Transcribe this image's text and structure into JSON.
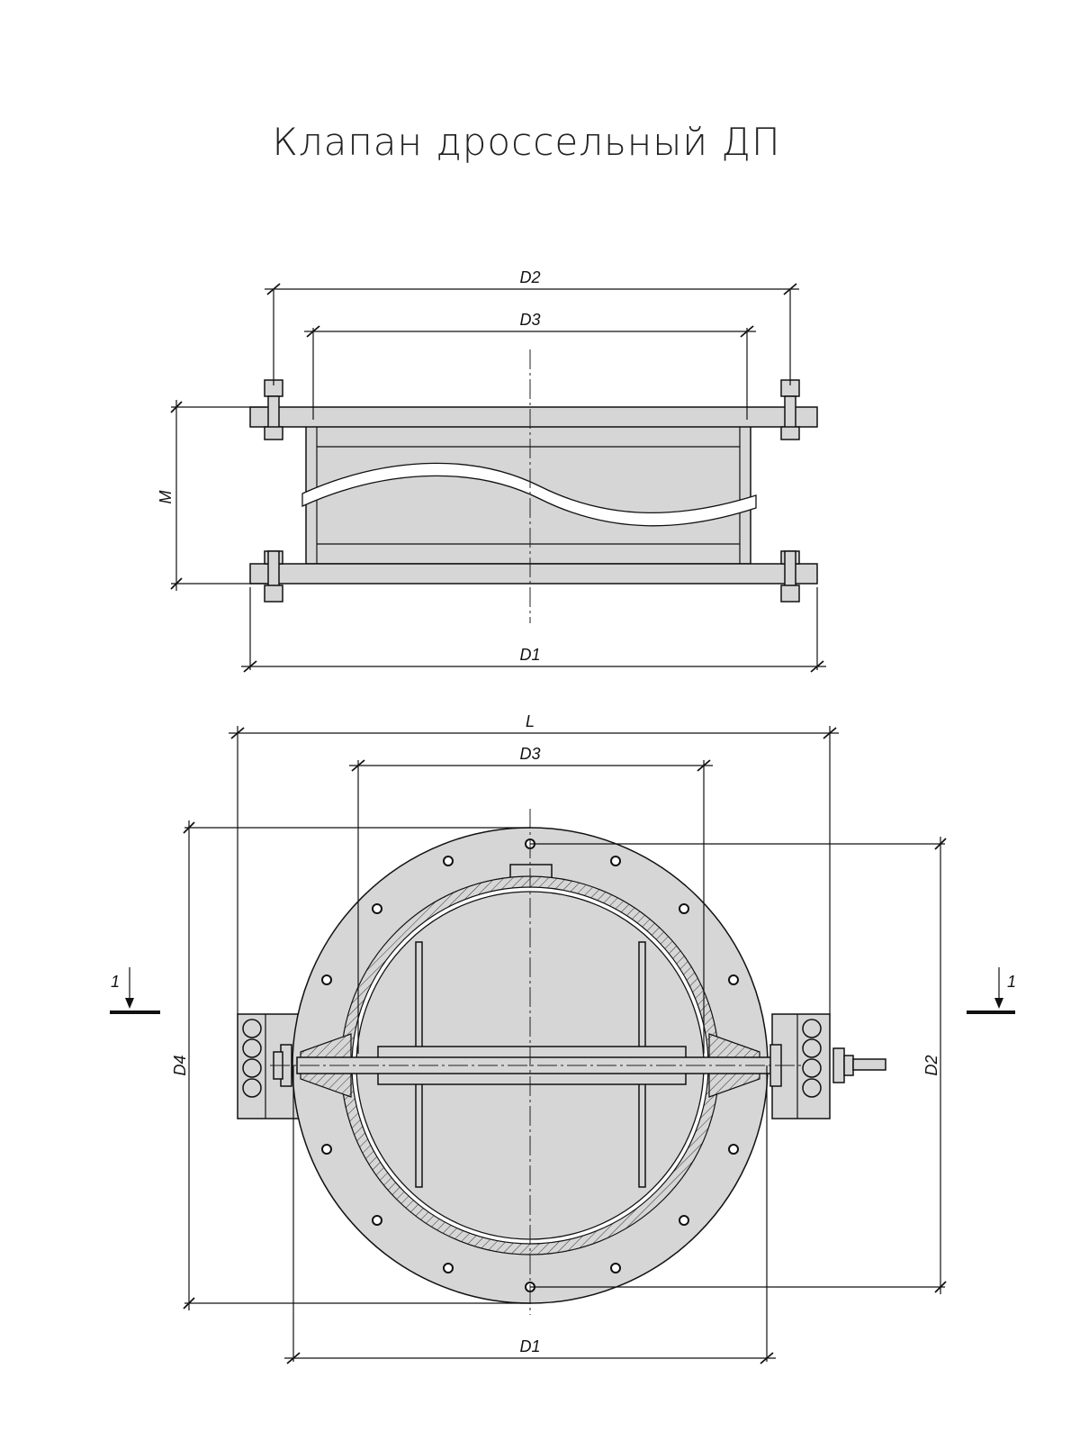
{
  "title": "Клапан дроссельный ДП",
  "labels": {
    "top_d2": "D2",
    "top_d3": "D3",
    "top_m": "M",
    "top_d1": "D1",
    "front_l": "L",
    "front_d3": "D3",
    "front_d4": "D4",
    "front_d2": "D2",
    "front_d1": "D1",
    "section_left": "1",
    "section_right": "1"
  },
  "colors": {
    "body_fill": "#d6d6d6",
    "line": "#111111"
  }
}
